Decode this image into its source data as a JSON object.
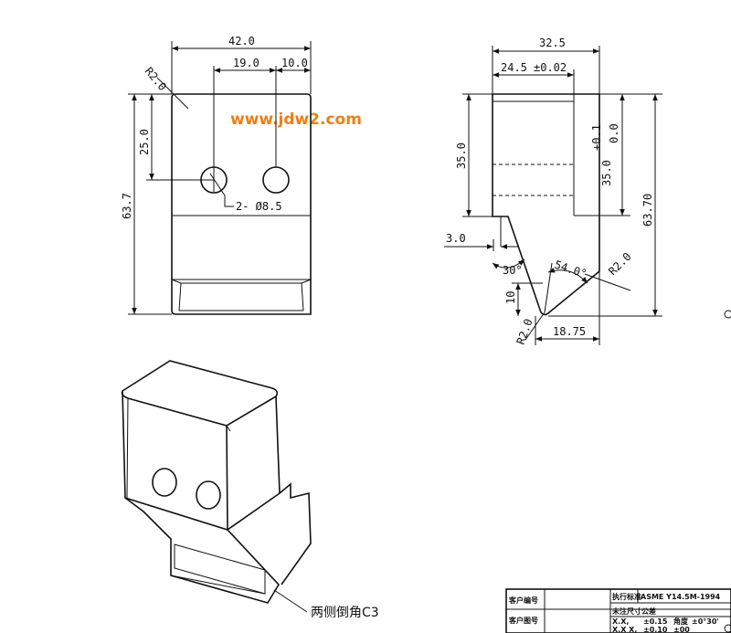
{
  "watermark": "www.jdw2.com",
  "front_view": {
    "width": "42.0",
    "hole_spacing": "19.0",
    "hole_edge": "10.0",
    "corner_radius": "R2.0",
    "hole_height": "25.0",
    "overall_height": "63.7",
    "hole_callout": "2- Ø8.5"
  },
  "side_view": {
    "width": "32.5",
    "slot_width": "24.5",
    "slot_tol": "±0.02",
    "slot_depth": "35.0",
    "depth_right": "35.0",
    "depth_tol_upper": "+0.1",
    "depth_tol_lower": "0.0",
    "overall_height": "63.70",
    "step": "3.0",
    "angle_30": "30°",
    "angle_54": "54.0°",
    "radius_right": "R2.0",
    "radius_bottom": "R2.0",
    "tip_height": "10",
    "tip_width": "18.75"
  },
  "iso_view": {
    "chamfer_note": "两侧倒角C3"
  },
  "title_block": {
    "customer_no_label": "客户编号",
    "customer_drawing_label": "客户图号",
    "standard_label": "执行标准",
    "standard_value": "ASME Y14.5M-1994",
    "tol_header": "未注尺寸公差",
    "tol_xx_label": "X.X,",
    "tol_xx_value": "±0.15",
    "angle_label": "角度",
    "angle_value": "±0°30'",
    "tol_xxx_label": "X.X X,",
    "tol_xxx_value": "±0.10",
    "extra_value": "±00"
  }
}
